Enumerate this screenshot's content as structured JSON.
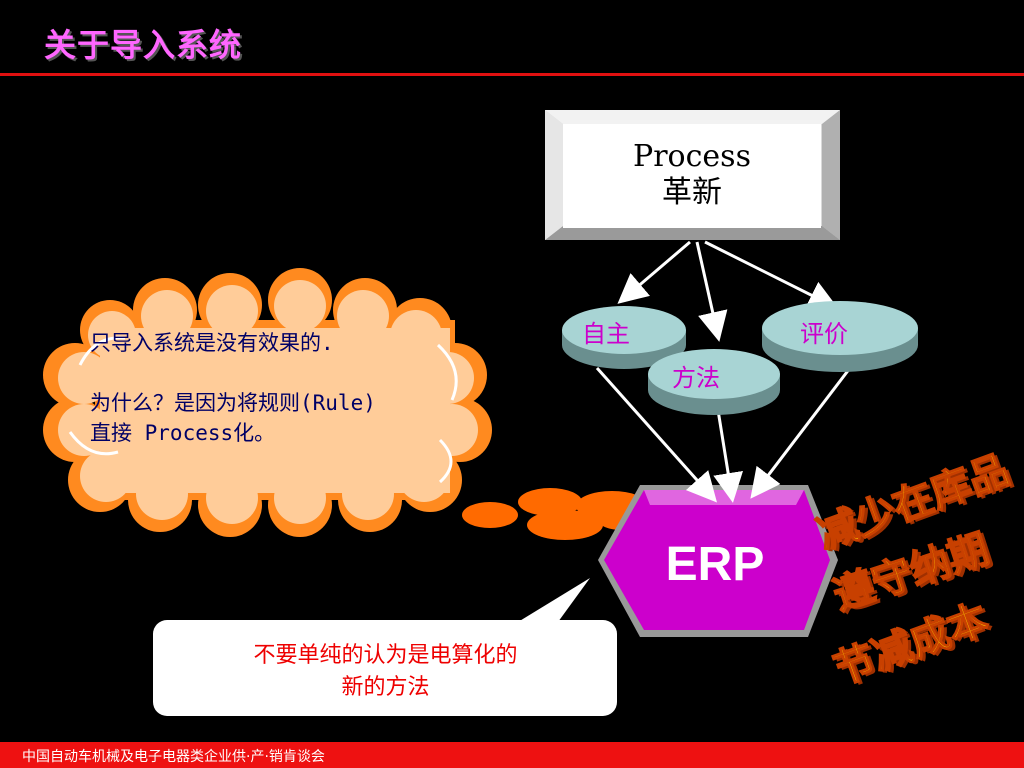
{
  "slide": {
    "title": "关于导入系统",
    "process_box": {
      "line1": "Process",
      "line2": "革新"
    },
    "discs": [
      {
        "label": "自主"
      },
      {
        "label": "方法"
      },
      {
        "label": "评价"
      }
    ],
    "cloud": {
      "line1": "只导入系统是没有效果的.",
      "line2": "为什么？是因为将规则(Rule)",
      "line3": "直接 Process化。"
    },
    "erp_label": "ERP",
    "callout": {
      "line1": "不要单纯的认为是电算化的",
      "line2": "新的方法"
    },
    "goals": [
      "减少在库品",
      "遵守纳期",
      "节减成本"
    ],
    "footer": "中国自动车机械及电子电器类企业供·产·销肯谈会"
  },
  "colors": {
    "title": "#ff66ff",
    "rule": "#e01010",
    "disc_top": "#a8d4d4",
    "disc_label": "#cc00cc",
    "erp": "#cc00cc",
    "cloud": "#ffcc99",
    "cloud_border": "#ff9933",
    "callout_text": "#ee0000",
    "goals_fill": "#ffcc00",
    "footer_bar": "#ee1111"
  }
}
